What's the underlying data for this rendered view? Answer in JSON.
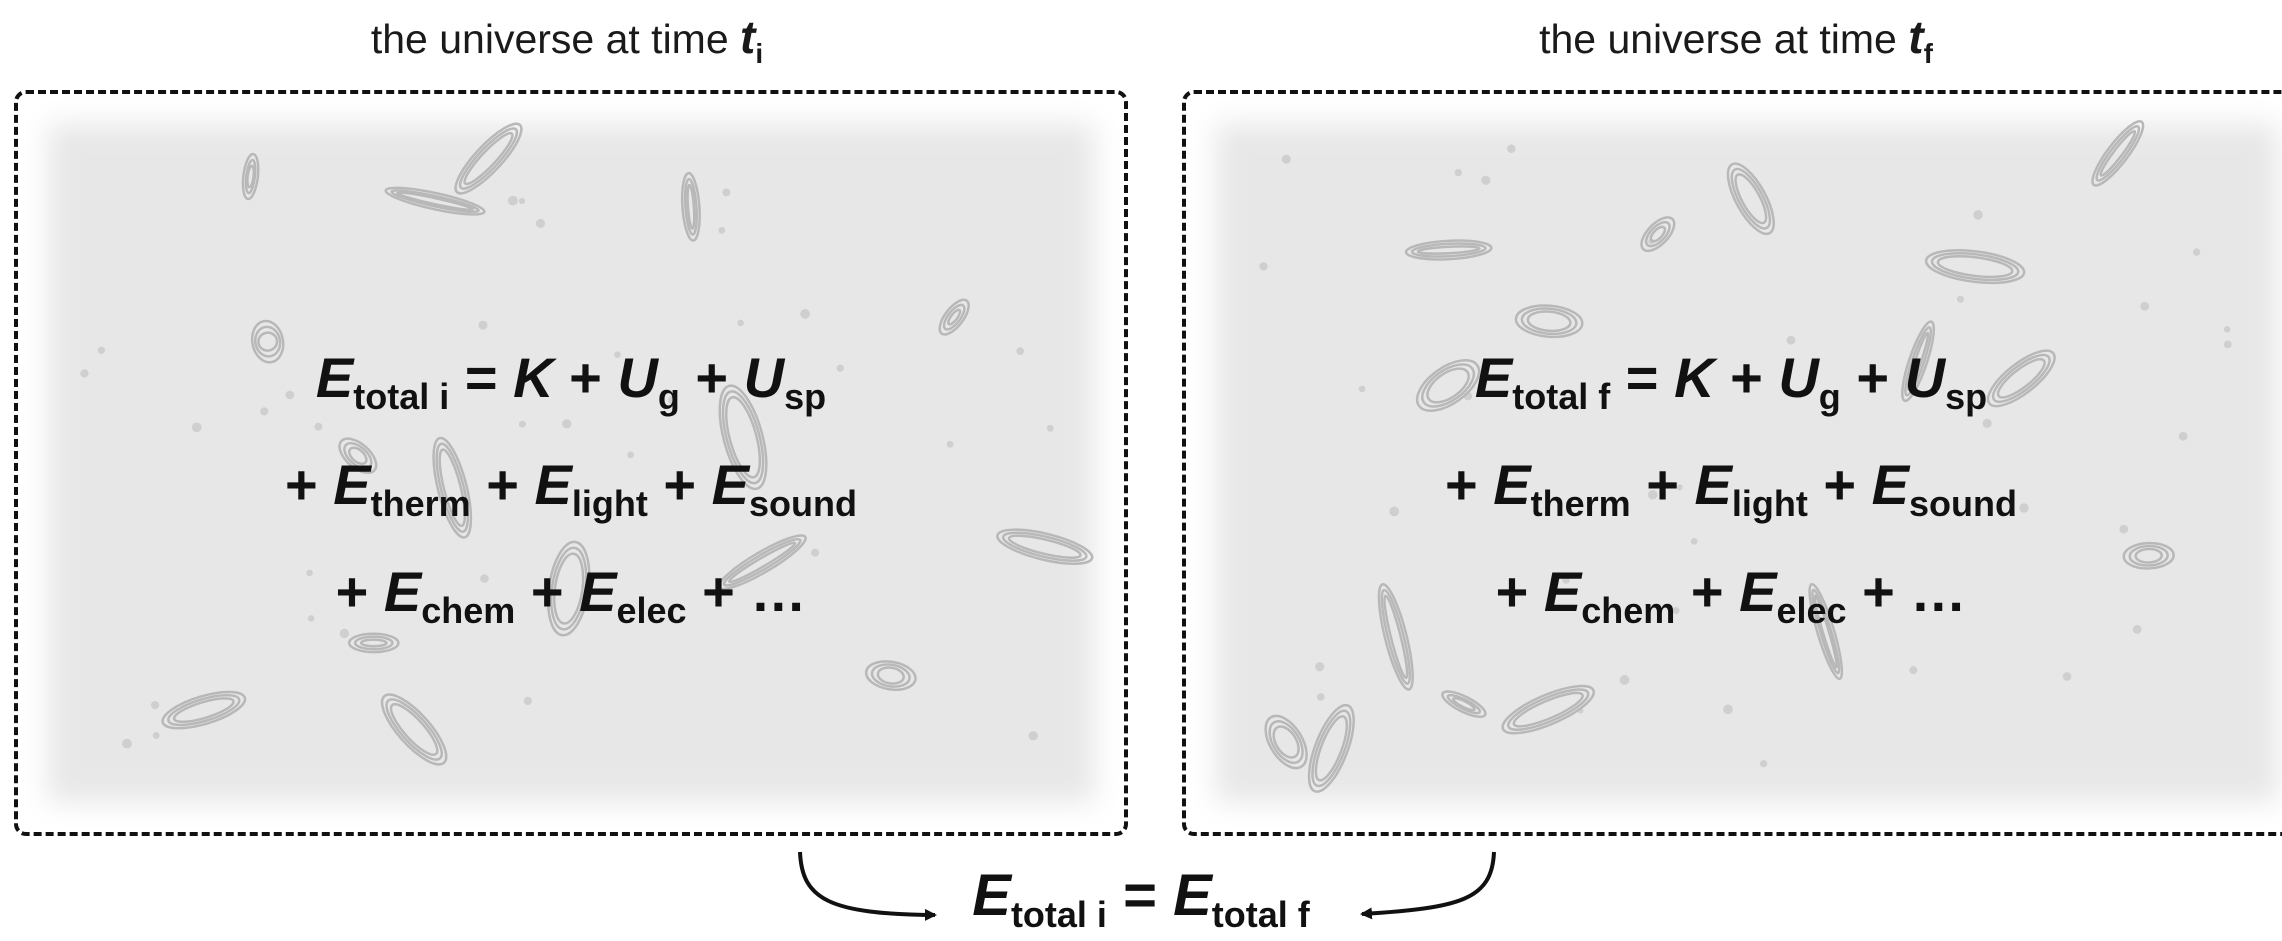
{
  "panels": [
    {
      "title": {
        "text": "the universe at time",
        "var": "t",
        "sub": "i"
      },
      "lines": [
        [
          {
            "v": "E",
            "s": "total i"
          },
          {
            "o": "="
          },
          {
            "v": "K",
            "s": ""
          },
          {
            "o": "+"
          },
          {
            "v": "U",
            "s": "g"
          },
          {
            "o": "+"
          },
          {
            "v": "U",
            "s": "sp"
          }
        ],
        [
          {
            "o": "+"
          },
          {
            "v": "E",
            "s": "therm"
          },
          {
            "o": "+"
          },
          {
            "v": "E",
            "s": "light"
          },
          {
            "o": "+"
          },
          {
            "v": "E",
            "s": "sound"
          }
        ],
        [
          {
            "o": "+"
          },
          {
            "v": "E",
            "s": "chem"
          },
          {
            "o": "+"
          },
          {
            "v": "E",
            "s": "elec"
          },
          {
            "o": "+"
          },
          {
            "o": "…"
          }
        ]
      ]
    },
    {
      "title": {
        "text": "the universe at time",
        "var": "t",
        "sub": "f"
      },
      "lines": [
        [
          {
            "v": "E",
            "s": "total f"
          },
          {
            "o": "="
          },
          {
            "v": "K",
            "s": ""
          },
          {
            "o": "+"
          },
          {
            "v": "U",
            "s": "g"
          },
          {
            "o": "+"
          },
          {
            "v": "U",
            "s": "sp"
          }
        ],
        [
          {
            "o": "+"
          },
          {
            "v": "E",
            "s": "therm"
          },
          {
            "o": "+"
          },
          {
            "v": "E",
            "s": "light"
          },
          {
            "o": "+"
          },
          {
            "v": "E",
            "s": "sound"
          }
        ],
        [
          {
            "o": "+"
          },
          {
            "v": "E",
            "s": "chem"
          },
          {
            "o": "+"
          },
          {
            "v": "E",
            "s": "elec"
          },
          {
            "o": "+"
          },
          {
            "o": "…"
          }
        ]
      ]
    }
  ],
  "conclusion": [
    {
      "v": "E",
      "s": "total i"
    },
    {
      "o": "="
    },
    {
      "v": "E",
      "s": "total f"
    }
  ]
}
